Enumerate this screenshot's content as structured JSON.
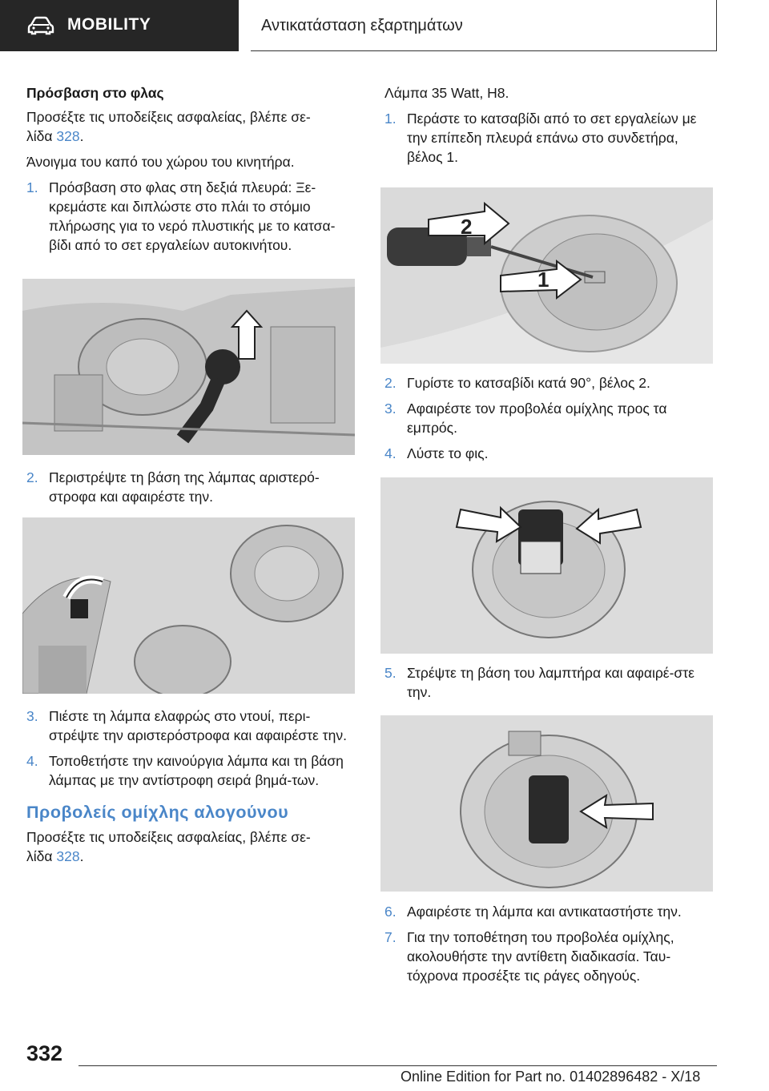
{
  "header": {
    "brand": "MOBILITY",
    "section_title": "Αντικατάσταση εξαρτημάτων",
    "car_icon": "car-icon"
  },
  "left": {
    "access_heading": "Πρόσβαση στο φλας",
    "safety_prefix": "Προσέξτε τις υποδείξεις ασφαλείας, βλέπε σε-",
    "safety_page_word": "λίδα ",
    "safety_page": "328",
    "safety_suffix": ".",
    "open_hood": "Άνοιγμα του καπό του χώρου του κινητήρα.",
    "steps": [
      {
        "num": "1.",
        "text": "Πρόσβαση στο φλας στη δεξιά πλευρά: Ξε-κρεμάστε και διπλώστε στο πλάι το στόμιο πλήρωσης για το νερό πλυστικής με το κατσα-βίδι από το σετ εργαλείων αυτοκινήτου."
      },
      {
        "num": "2.",
        "text": "Περιστρέψτε τη βάση της λάμπας αριστερό-στροφα και αφαιρέστε την."
      },
      {
        "num": "3.",
        "text": "Πιέστε τη λάμπα ελαφρώς στο ντουί, περι-στρέψτε την αριστερόστροφα και αφαιρέστε την."
      },
      {
        "num": "4.",
        "text": "Τοποθετήστε την καινούργια λάμπα και τη βάση λάμπας με την αντίστροφη σειρά βημά-των."
      }
    ],
    "fog_heading": "Προβολείς ομίχλης αλογούνου",
    "fog_safety_prefix": "Προσέξτε τις υποδείξεις ασφαλείας, βλέπε σε-",
    "fog_page_word": "λίδα ",
    "fog_page": "328",
    "fog_suffix": "."
  },
  "right": {
    "lamp_spec": "Λάμπα 35 Watt, H8.",
    "steps": [
      {
        "num": "1.",
        "text": "Περάστε το κατσαβίδι από το σετ εργαλείων με την επίπεδη πλευρά επάνω στο συνδετήρα, βέλος 1."
      },
      {
        "num": "2.",
        "text": "Γυρίστε το κατσαβίδι κατά 90°, βέλος 2."
      },
      {
        "num": "3.",
        "text": "Αφαιρέστε τον προβολέα ομίχλης προς τα εμπρός."
      },
      {
        "num": "4.",
        "text": "Λύστε το φις."
      },
      {
        "num": "5.",
        "text": "Στρέψτε τη βάση του λαμπτήρα και αφαιρέ-στε την."
      },
      {
        "num": "6.",
        "text": "Αφαιρέστε τη λάμπα και αντικαταστήστε την."
      },
      {
        "num": "7.",
        "text": "Για την τοποθέτηση του προβολέα ομίχλης, ακολουθήστε την αντίθετη διαδικασία. Ταυ-τόχρονα προσέξτε τις ράγες οδηγούς."
      }
    ],
    "fig_arrow_labels": [
      "2",
      "1"
    ]
  },
  "footer": {
    "page_number": "332",
    "edition": "Online Edition for Part no. 01402896482 - X/18"
  }
}
